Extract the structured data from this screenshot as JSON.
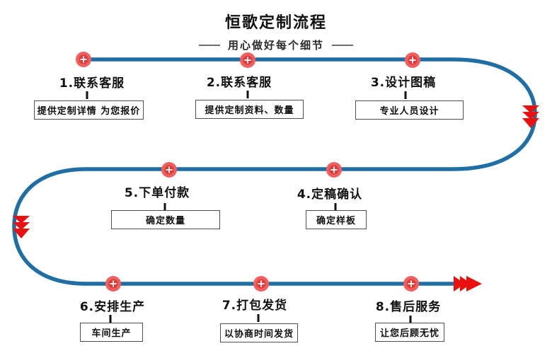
{
  "title": "恒歌定制流程",
  "subtitle": "用心做好每个细节",
  "colors": {
    "line": "#1F6FA6",
    "marker_outer": "#F15F5F",
    "marker_inner": "#DF3A3A",
    "marker_plus": "#FFFFFF",
    "arrow": "#EB1010",
    "box_border": "#4D4D4D",
    "text": "#111111"
  },
  "steps": [
    {
      "label": "1.联系客服",
      "note": "提供定制详情 为您报价"
    },
    {
      "label": "2.联系客服",
      "note": "提供定制资料、数量"
    },
    {
      "label": "3.设计图稿",
      "note": "专业人员设计"
    },
    {
      "label": "4.定稿确认",
      "note": "确定样板"
    },
    {
      "label": "5.下单付款",
      "note": "确定数量"
    },
    {
      "label": "6.安排生产",
      "note": "车间生产"
    },
    {
      "label": "7.打包发货",
      "note": "以协商时间发货"
    },
    {
      "label": "8.售后服务",
      "note": "让您后顾无忧"
    }
  ]
}
